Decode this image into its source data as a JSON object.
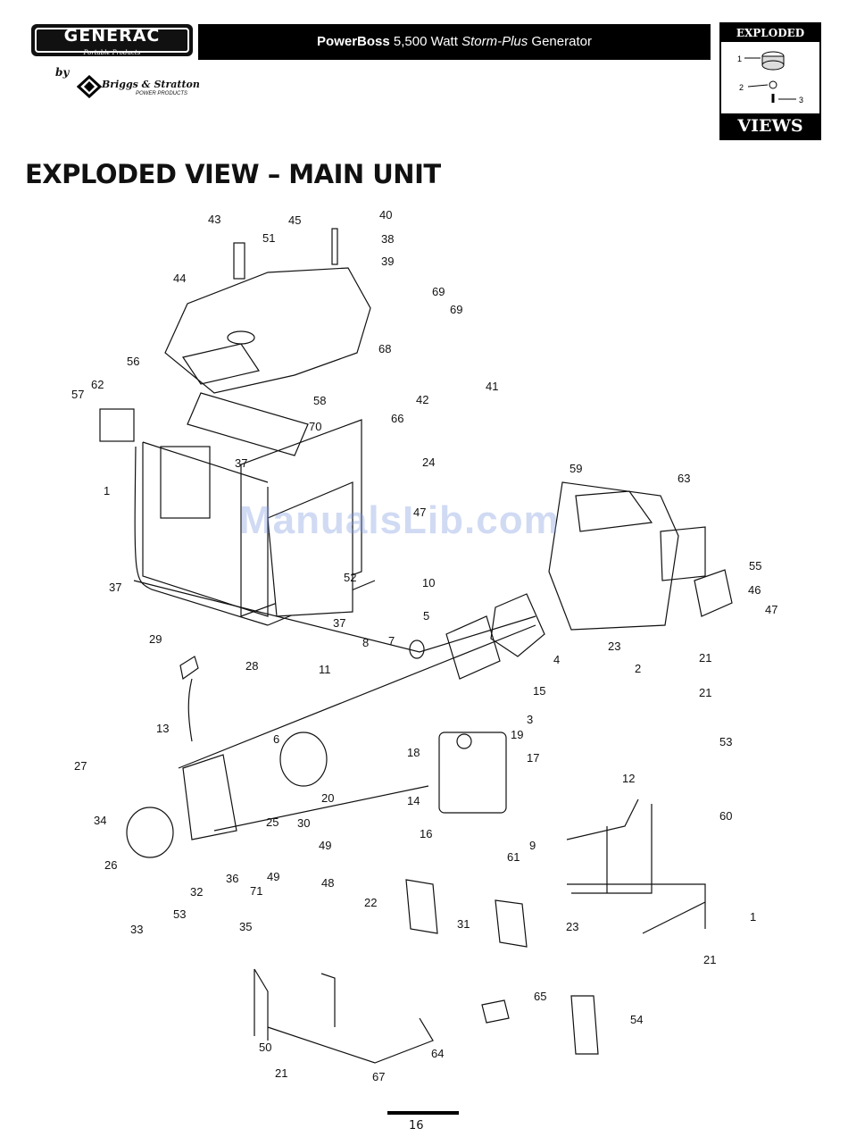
{
  "header": {
    "brand": "GENERAC",
    "brand_sub": "Portable Products",
    "by": "by",
    "partner": "Briggs & Stratton",
    "partner_sub": "POWER PRODUCTS",
    "title_bold": "PowerBoss",
    "title_plain": " 5,500 Watt ",
    "title_italic": "Storm-Plus",
    "title_tail": " Generator",
    "badge_top": "EXPLODED",
    "badge_bottom": "VIEWS",
    "badge_items": [
      "1",
      "2",
      "3"
    ]
  },
  "heading": "EXPLODED VIEW – MAIN UNIT",
  "watermark": "ManualsLib.com",
  "page_number": "16",
  "part_labels": [
    "43",
    "45",
    "40",
    "38",
    "39",
    "51",
    "44",
    "69",
    "69",
    "68",
    "42",
    "41",
    "56",
    "57",
    "58",
    "70",
    "66",
    "37",
    "24",
    "1",
    "47",
    "37",
    "52",
    "37",
    "59",
    "63",
    "55",
    "46",
    "47",
    "10",
    "5",
    "4",
    "29",
    "28",
    "8",
    "7",
    "11",
    "15",
    "23",
    "21",
    "21",
    "2",
    "3",
    "53",
    "62",
    "13",
    "6",
    "19",
    "17",
    "18",
    "27",
    "20",
    "14",
    "16",
    "9",
    "61",
    "12",
    "60",
    "34",
    "25",
    "30",
    "26",
    "49",
    "49",
    "36",
    "48",
    "32",
    "33",
    "53",
    "71",
    "35",
    "22",
    "31",
    "23",
    "1",
    "21",
    "65",
    "54",
    "50",
    "64",
    "21",
    "67"
  ]
}
